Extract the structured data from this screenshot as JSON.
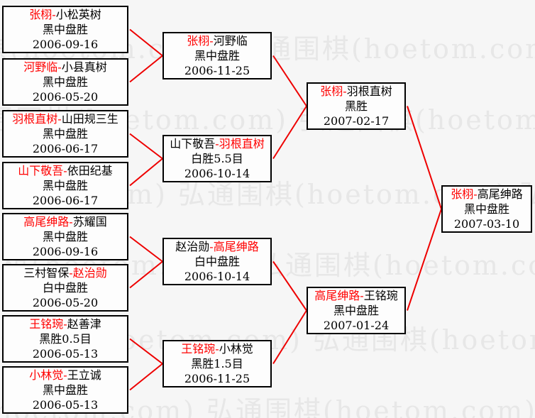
{
  "watermark": {
    "text": "弘通围棋(hoetom.com)"
  },
  "colors": {
    "winner_name": "#ff0000",
    "connector_line": "#ee0000",
    "box_border": "#000000",
    "text": "#000000",
    "background": "#f6f6f6",
    "box_fill": "#fdfdfd",
    "watermark": "#e7e7e7"
  },
  "bracket": {
    "separator": "-",
    "rounds": [
      {
        "name": "round-1",
        "matches": [
          {
            "players": [
              {
                "name": "张栩",
                "winner": true
              },
              {
                "name": "小松英树",
                "winner": false
              }
            ],
            "result": "黑中盘胜",
            "date": "2006-09-16"
          },
          {
            "players": [
              {
                "name": "河野临",
                "winner": true
              },
              {
                "name": "小县真树",
                "winner": false
              }
            ],
            "result": "黑中盘胜",
            "date": "2006-05-20"
          },
          {
            "players": [
              {
                "name": "羽根直树",
                "winner": true
              },
              {
                "name": "山田规三生",
                "winner": false
              }
            ],
            "result": "黑中盘胜",
            "date": "2006-06-17"
          },
          {
            "players": [
              {
                "name": "山下敬吾",
                "winner": true
              },
              {
                "name": "依田纪基",
                "winner": false
              }
            ],
            "result": "黑中盘胜",
            "date": "2006-06-17"
          },
          {
            "players": [
              {
                "name": "高尾绅路",
                "winner": true
              },
              {
                "name": "苏耀国",
                "winner": false
              }
            ],
            "result": "黑中盘胜",
            "date": "2006-09-16"
          },
          {
            "players": [
              {
                "name": "三村智保",
                "winner": false
              },
              {
                "name": "赵治勋",
                "winner": true
              }
            ],
            "result": "白中盘胜",
            "date": "2006-05-20"
          },
          {
            "players": [
              {
                "name": "王铭琬",
                "winner": true
              },
              {
                "name": "赵善津",
                "winner": false
              }
            ],
            "result": "黑胜0.5目",
            "date": "2006-05-13"
          },
          {
            "players": [
              {
                "name": "小林觉",
                "winner": true
              },
              {
                "name": "王立诚",
                "winner": false
              }
            ],
            "result": "黑中盘胜",
            "date": "2006-05-13"
          }
        ]
      },
      {
        "name": "round-2",
        "matches": [
          {
            "players": [
              {
                "name": "张栩",
                "winner": true
              },
              {
                "name": "河野临",
                "winner": false
              }
            ],
            "result": "黑中盘胜",
            "date": "2006-11-25"
          },
          {
            "players": [
              {
                "name": "山下敬吾",
                "winner": false
              },
              {
                "name": "羽根直树",
                "winner": true
              }
            ],
            "result": "白胜5.5目",
            "date": "2006-10-14"
          },
          {
            "players": [
              {
                "name": "赵治勋",
                "winner": false
              },
              {
                "name": "高尾绅路",
                "winner": true
              }
            ],
            "result": "白中盘胜",
            "date": "2006-10-14"
          },
          {
            "players": [
              {
                "name": "王铭琬",
                "winner": true
              },
              {
                "name": "小林觉",
                "winner": false
              }
            ],
            "result": "黑胜1.5目",
            "date": "2006-11-25"
          }
        ]
      },
      {
        "name": "semifinals",
        "matches": [
          {
            "players": [
              {
                "name": "张栩",
                "winner": true
              },
              {
                "name": "羽根直树",
                "winner": false
              }
            ],
            "result": "黑胜",
            "date": "2007-02-17"
          },
          {
            "players": [
              {
                "name": "高尾绅路",
                "winner": true
              },
              {
                "name": "王铭琬",
                "winner": false
              }
            ],
            "result": "黑中盘胜",
            "date": "2007-01-24"
          }
        ]
      },
      {
        "name": "final",
        "matches": [
          {
            "players": [
              {
                "name": "张栩",
                "winner": true
              },
              {
                "name": "高尾绅路",
                "winner": false
              }
            ],
            "result": "黑中盘胜",
            "date": "2007-03-10"
          }
        ]
      }
    ]
  }
}
